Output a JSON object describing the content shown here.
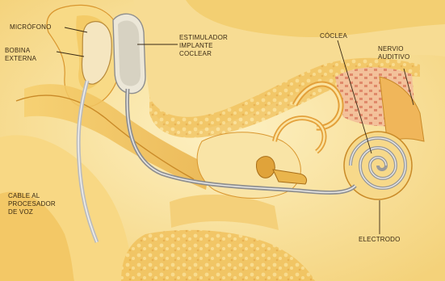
{
  "figure": {
    "labels": {
      "microfono": "MICRÓFONO",
      "bobina_externa": "BOBINA\nEXTERNA",
      "estimulador": "ESTIMULADOR\nIMPLANTE\nCOCLEAR",
      "coclea": "CÓCLEA",
      "nervio_auditivo": "NERVIO\nAUDITIVO",
      "cable_procesador": "CABLE AL\nPROCESADOR\nDE VOZ",
      "electrodo": "ELECTRODO"
    },
    "colors": {
      "background": "#fbe9a8",
      "tissue_light": "#f7d98a",
      "tissue_mid": "#f2c45a",
      "tissue_dark": "#d9962e",
      "bone_pink": "#e8a37a",
      "implant_gray": "#9a9a9a",
      "implant_light": "#e9e4d6",
      "label_ink": "#3a2a14"
    }
  }
}
